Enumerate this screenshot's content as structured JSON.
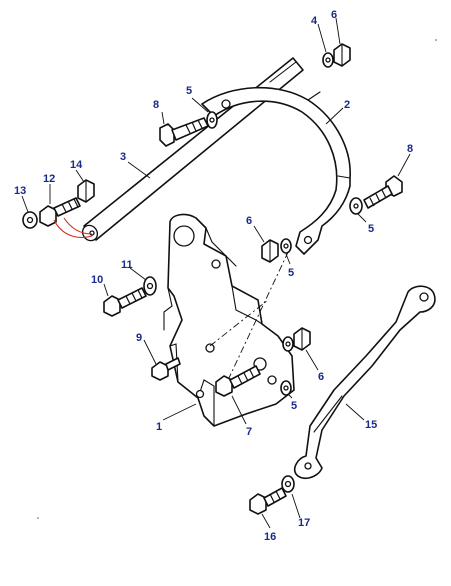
{
  "colors": {
    "line": "#111111",
    "callout": "#1a2a8c",
    "leader_accent": "#d42a1e"
  },
  "callouts": {
    "c1": "1",
    "c2": "2",
    "c3": "3",
    "c4": "4",
    "c5a": "5",
    "c5b": "5",
    "c5c": "5",
    "c5d": "5",
    "c6a": "6",
    "c6b": "6",
    "c6c": "6",
    "c7": "7",
    "c8a": "8",
    "c8b": "8",
    "c9": "9",
    "c10": "10",
    "c11": "11",
    "c12": "12",
    "c13": "13",
    "c14": "14",
    "c15": "15",
    "c16": "16",
    "c17": "17"
  }
}
